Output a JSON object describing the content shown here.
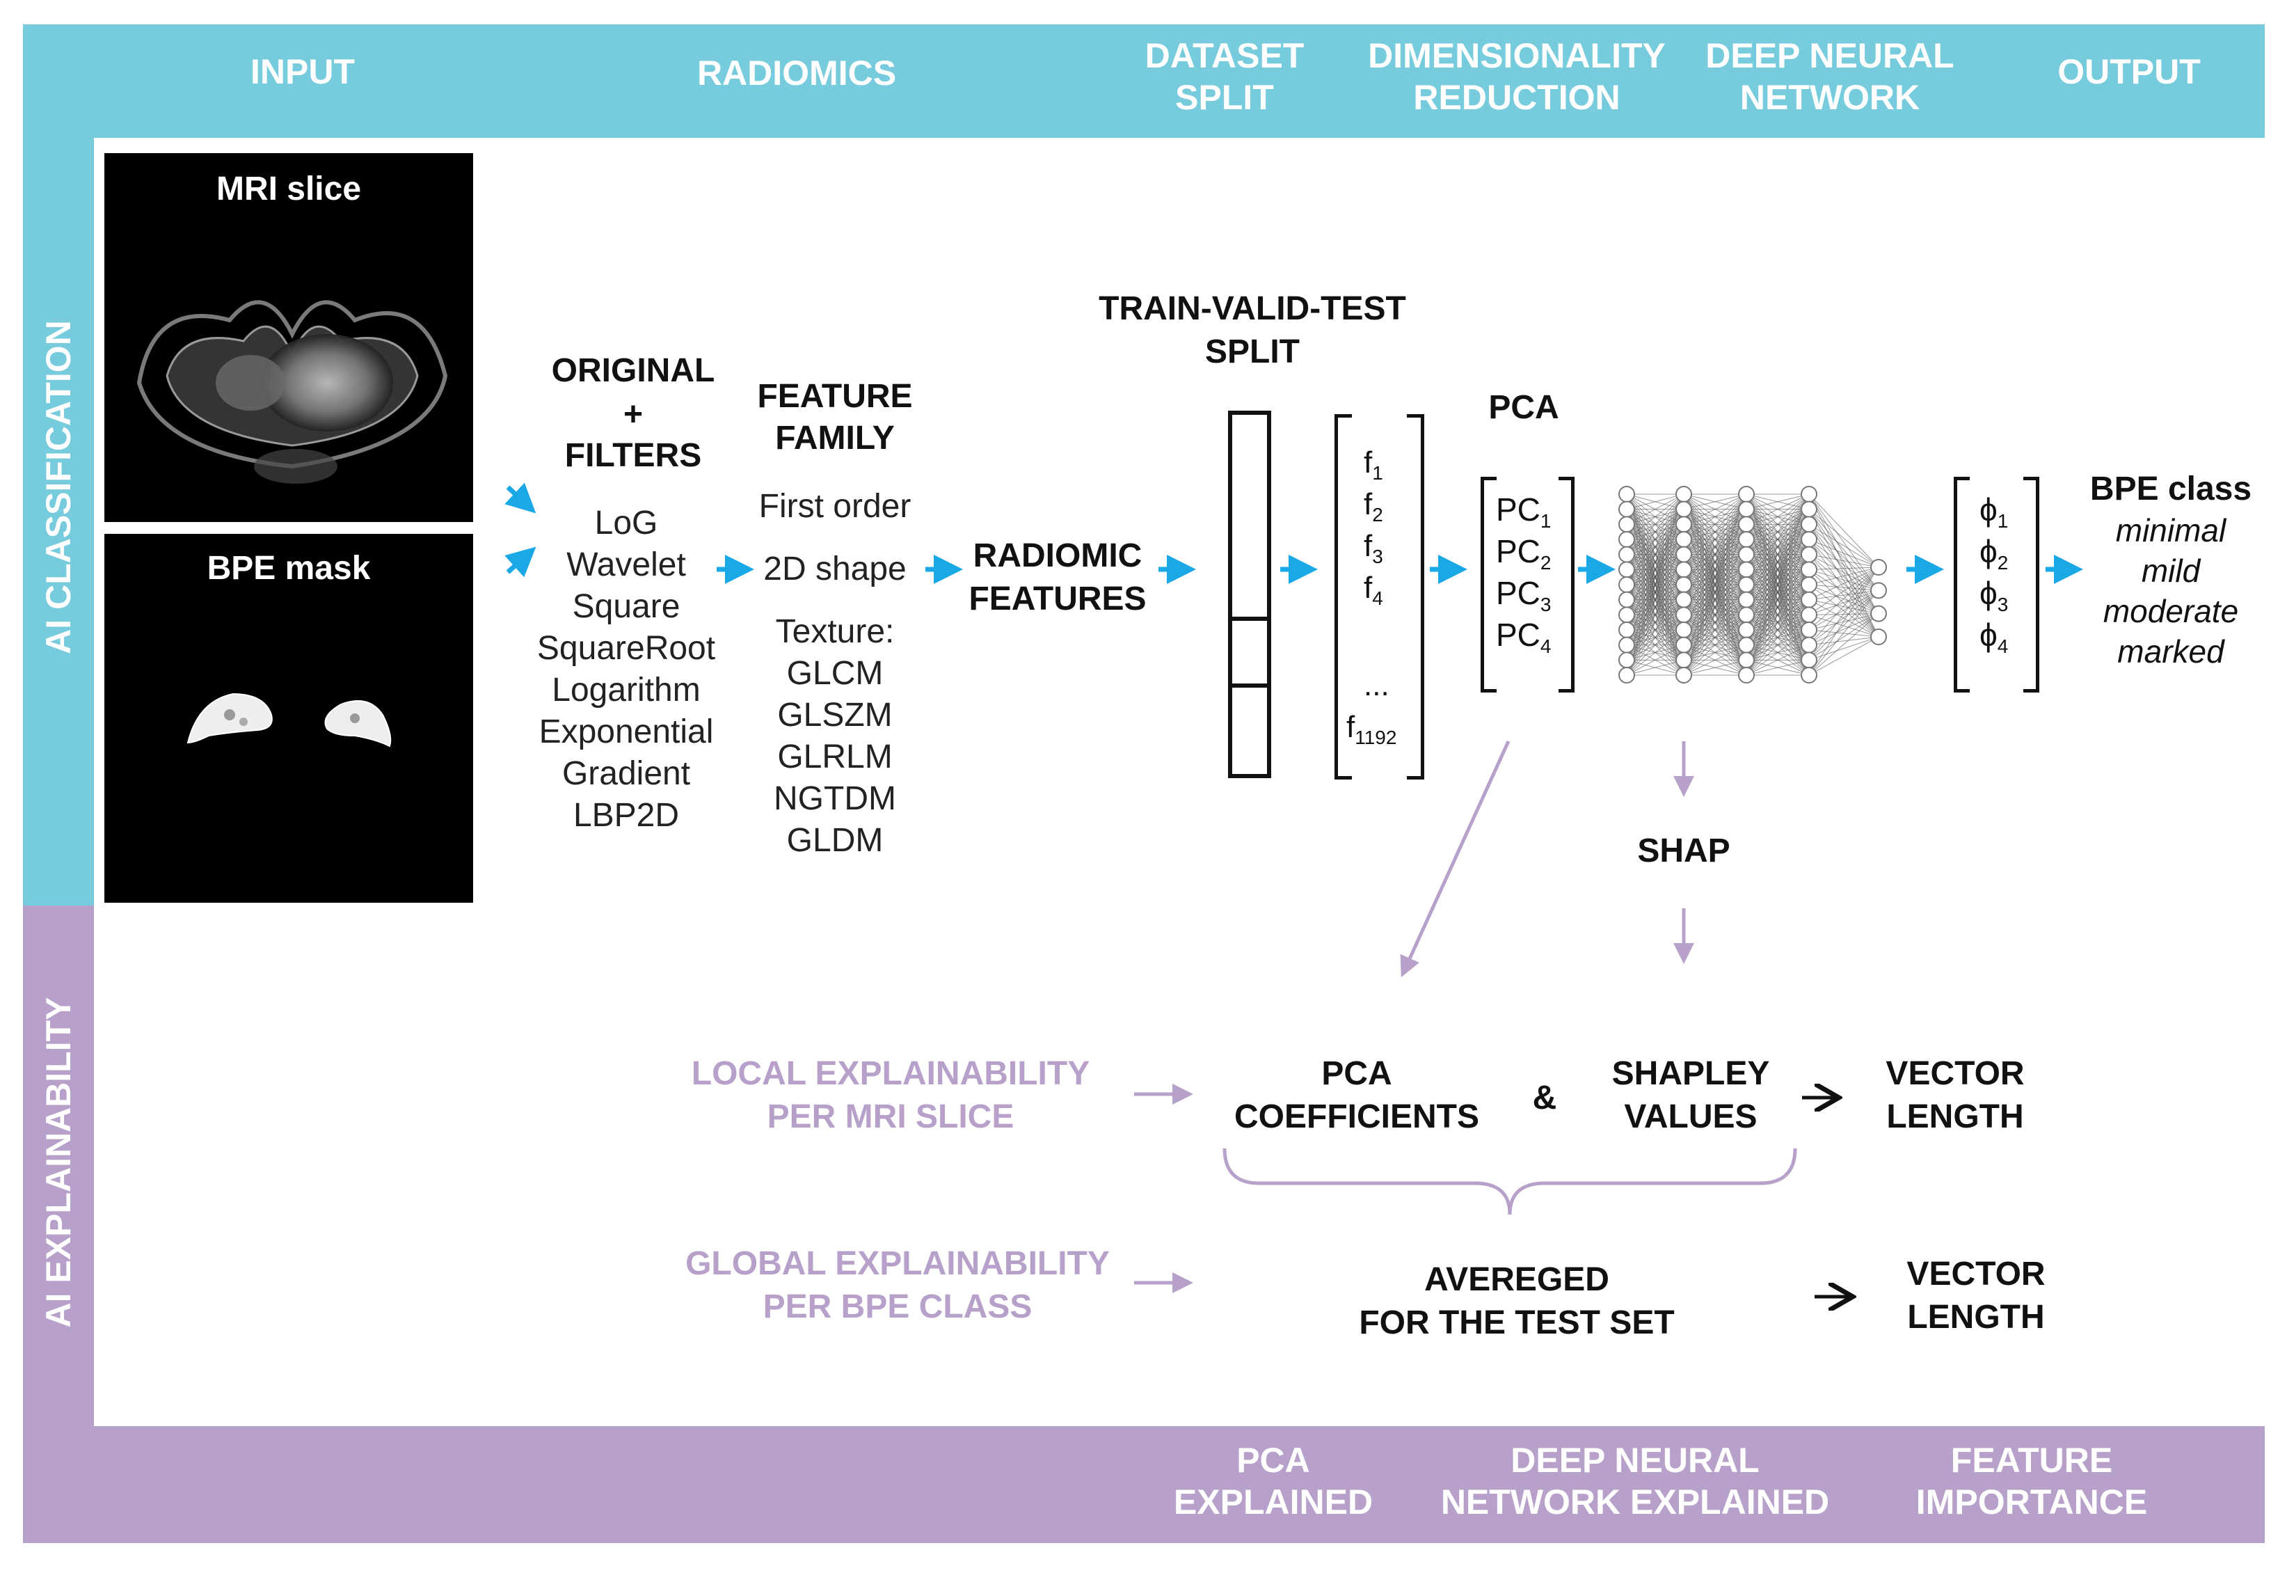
{
  "header": {
    "input": "INPUT",
    "radiomics": "RADIOMICS",
    "dataset_split": "DATASET\nSPLIT",
    "dim_reduction": "DIMENSIONALITY\nREDUCTION",
    "dnn": "DEEP NEURAL\nNETWORK",
    "output": "OUTPUT"
  },
  "side": {
    "classification": "AI CLASSIFICATION",
    "explainability": "AI EXPLAINABILITY"
  },
  "images": {
    "mri_title": "MRI slice",
    "mask_title": "BPE mask"
  },
  "filters": {
    "title_line1": "ORIGINAL",
    "title_plus": "+",
    "title_line2": "FILTERS",
    "items": [
      "LoG",
      "Wavelet",
      "Square",
      "SquareRoot",
      "Logarithm",
      "Exponential",
      "Gradient",
      "LBP2D"
    ]
  },
  "families": {
    "title": "FEATURE\nFAMILY",
    "first_order": "First order",
    "shape": "2D shape",
    "texture_label": "Texture:",
    "texture": [
      "GLCM",
      "GLSZM",
      "GLRLM",
      "NGTDM",
      "GLDM"
    ]
  },
  "radiomic_features": "RADIOMIC\nFEATURES",
  "split_title": "TRAIN-VALID-TEST\nSPLIT",
  "features_vector": {
    "items": [
      {
        "base": "f",
        "sub": "1"
      },
      {
        "base": "f",
        "sub": "2"
      },
      {
        "base": "f",
        "sub": "3"
      },
      {
        "base": "f",
        "sub": "4"
      }
    ],
    "ellipsis": "...",
    "last": {
      "base": "f",
      "sub": "1192"
    }
  },
  "pca": {
    "title": "PCA",
    "items": [
      {
        "base": "PC",
        "sub": "1"
      },
      {
        "base": "PC",
        "sub": "2"
      },
      {
        "base": "PC",
        "sub": "3"
      },
      {
        "base": "PC",
        "sub": "4"
      }
    ]
  },
  "output_vector": [
    {
      "base": "ϕ",
      "sub": "1"
    },
    {
      "base": "ϕ",
      "sub": "2"
    },
    {
      "base": "ϕ",
      "sub": "3"
    },
    {
      "base": "ϕ",
      "sub": "4"
    }
  ],
  "bpe": {
    "title": "BPE class",
    "classes": [
      "minimal",
      "mild",
      "moderate",
      "marked"
    ]
  },
  "shap": "SHAP",
  "explain": {
    "local": "LOCAL EXPLAINABILITY\nPER MRI SLICE",
    "global": "GLOBAL EXPLAINABILITY\nPER BPE CLASS",
    "pca_coeff": "PCA\nCOEFFICIENTS",
    "amp": "&",
    "shapley": "SHAPLEY\nVALUES",
    "vector_length_1": "VECTOR\nLENGTH",
    "averaged": "AVEREGED\nFOR THE TEST SET",
    "vector_length_2": "VECTOR\nLENGTH"
  },
  "footer": {
    "pca_explained": "PCA\nEXPLAINED",
    "dnn_explained": "DEEP NEURAL\nNETWORK EXPLAINED",
    "feature_importance": "FEATURE\nIMPORTANCE"
  },
  "colors": {
    "cyan_band": "#76cbdc",
    "purple_band": "#b7a0c9",
    "arrow_blue": "#1aa9e6",
    "arrow_purple": "#b7a0c9"
  }
}
